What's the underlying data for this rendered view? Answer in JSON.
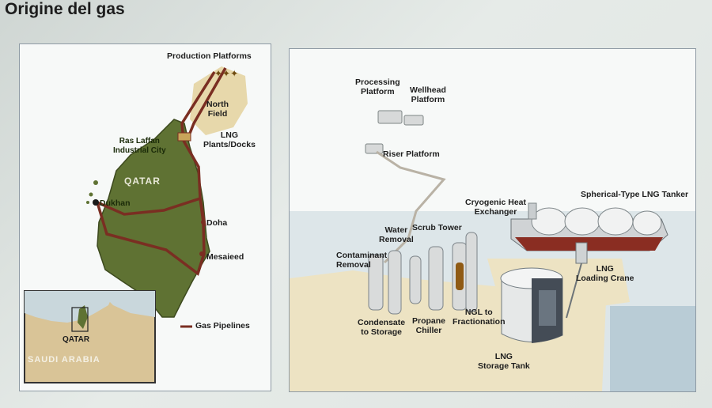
{
  "slide": {
    "title": "Origine del gas"
  },
  "map_panel": {
    "production_platforms": "Production Platforms",
    "north_field": [
      "North",
      "Field"
    ],
    "ras_laffan": [
      "Ras Laffan",
      "Industrial City"
    ],
    "lng_plants": [
      "LNG",
      "Plants/Docks"
    ],
    "country": "QATAR",
    "dukhan": "Dukhan",
    "doha": "Doha",
    "mesaieed": "Mesaieed",
    "legend_pipelines": "Gas Pipelines",
    "inset_country": "QATAR",
    "inset_saudi": "SAUDI ARABIA",
    "colors": {
      "land": "#5f7233",
      "sea": "#dfe7e9",
      "pipeline": "#7a2e22",
      "desert": "#d9c497"
    }
  },
  "process_panel": {
    "processing_platform": [
      "Processing",
      "Platform"
    ],
    "wellhead_platform": [
      "Wellhead",
      "Platform"
    ],
    "riser_platform": "Riser Platform",
    "cryogenic": [
      "Cryogenic Heat",
      "Exchanger"
    ],
    "tanker": "Spherical-Type LNG Tanker",
    "water_removal": [
      "Water",
      "Removal"
    ],
    "scrub_tower": "Scrub Tower",
    "contaminant_removal": [
      "Contaminant",
      "Removal"
    ],
    "lng_loading_crane": [
      "LNG",
      "Loading Crane"
    ],
    "condensate": [
      "Condensate",
      "to Storage"
    ],
    "propane_chiller": [
      "Propane",
      "Chiller"
    ],
    "ngl": [
      "NGL to",
      "Fractionation"
    ],
    "lng_storage_tank": [
      "LNG",
      "Storage Tank"
    ],
    "colors": {
      "sea": "#d9e3e7",
      "ground": "#ece3c5",
      "equipment": "#d6d8d8"
    }
  }
}
